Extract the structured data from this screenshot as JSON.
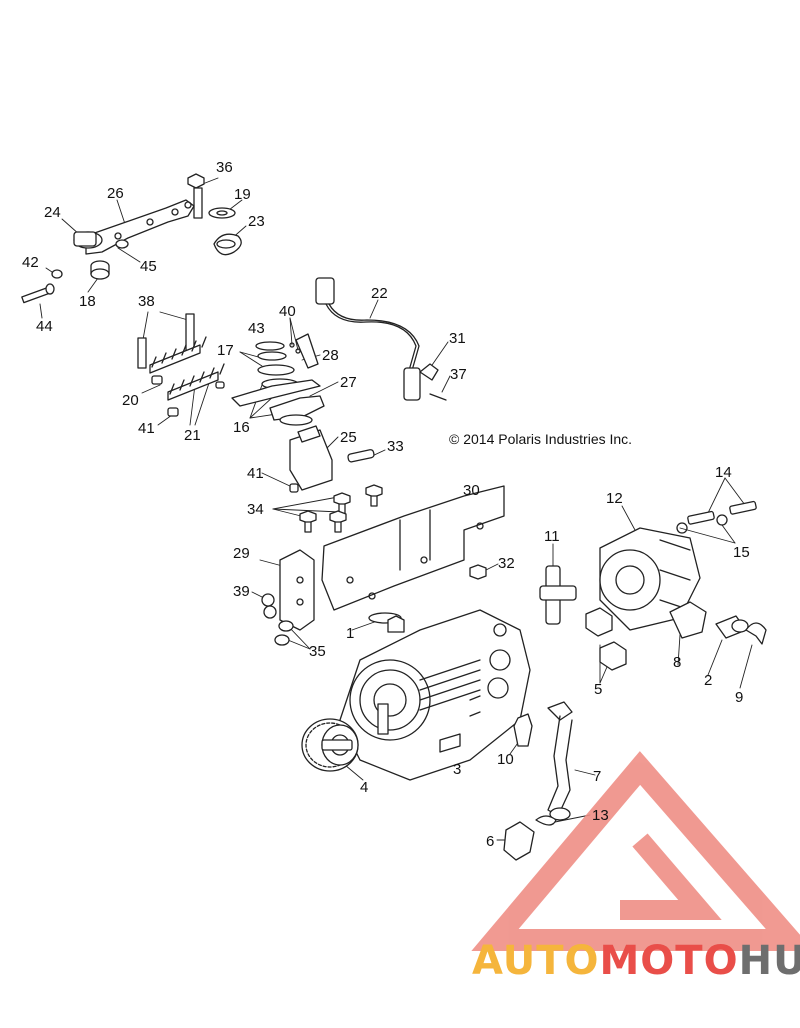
{
  "copyright": "© 2014 Polaris Industries Inc.",
  "brand": {
    "part1": "AUTO",
    "part2": "MOTO",
    "part3": "HUB",
    "colors": {
      "auto": "#f5b53c",
      "moto": "#e94e49",
      "hub": "#6e6e6e"
    }
  },
  "callouts": [
    "1",
    "2",
    "3",
    "4",
    "5",
    "6",
    "7",
    "8",
    "9",
    "10",
    "11",
    "12",
    "13",
    "14",
    "15",
    "16",
    "17",
    "18",
    "19",
    "20",
    "21",
    "22",
    "23",
    "24",
    "25",
    "26",
    "27",
    "28",
    "29",
    "30",
    "31",
    "32",
    "33",
    "34",
    "35",
    "36",
    "37",
    "38",
    "39",
    "40",
    "41",
    "41",
    "42",
    "43",
    "44",
    "45"
  ]
}
